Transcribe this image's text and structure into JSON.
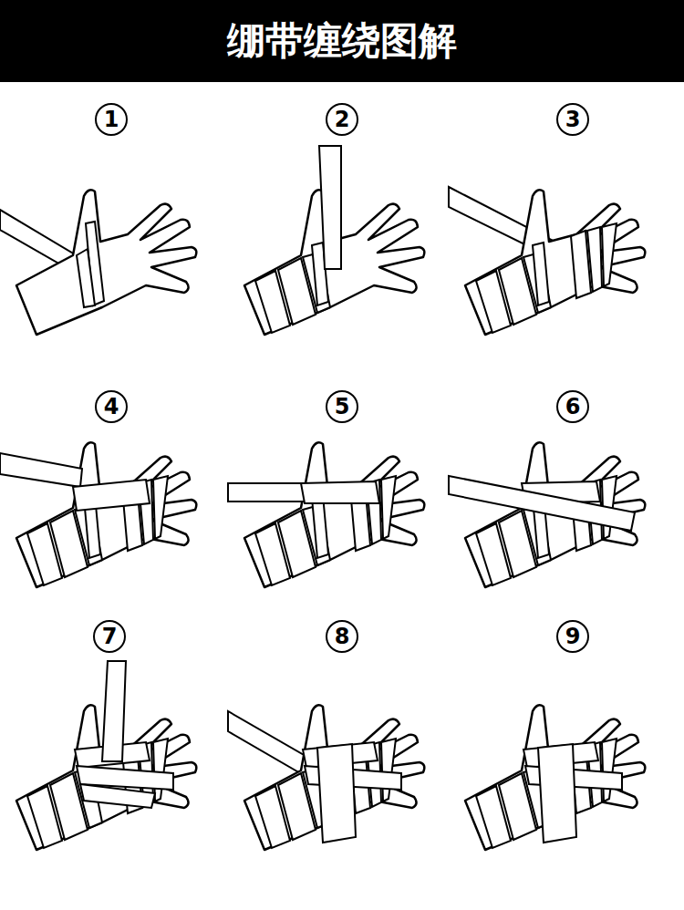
{
  "diagram": {
    "title": "绷带缠绕图解",
    "nodes": [
      {
        "text": [
          "1"
        ]
      },
      {
        "text": [
          "2"
        ]
      },
      {
        "text": [
          "3"
        ]
      },
      {
        "text": [
          "4"
        ]
      },
      {
        "text": [
          "5"
        ]
      },
      {
        "text": [
          "6"
        ]
      },
      {
        "text": [
          "7"
        ]
      },
      {
        "text": [
          "8"
        ]
      },
      {
        "text": [
          "9"
        ]
      }
    ]
  }
}
